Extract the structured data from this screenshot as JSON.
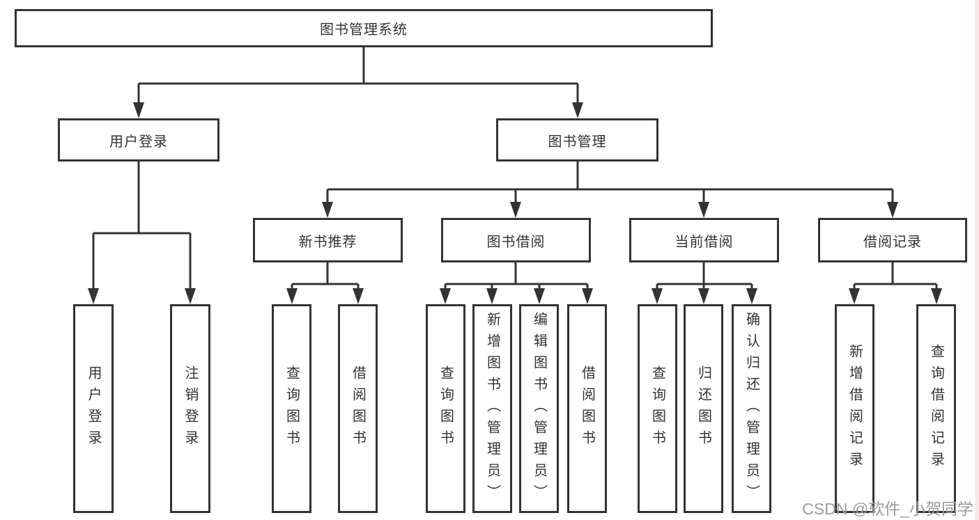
{
  "nodes": {
    "root": "图书管理系统",
    "level2": [
      "用户登录",
      "图书管理"
    ],
    "level3": [
      "新书推荐",
      "图书借阅",
      "当前借阅",
      "借阅记录"
    ],
    "leaves": {
      "user_login": [
        "用户登录",
        "注销登录"
      ],
      "new_book": [
        "查询图书",
        "借阅图书"
      ],
      "book_borrow": [
        "查询图书",
        "新增图书（管理员）",
        "编辑图书（管理员）",
        "借阅图书"
      ],
      "current_borrow": [
        "查询图书",
        "归还图书",
        "确认归还（管理员）"
      ],
      "borrow_record": [
        "新增借阅记录",
        "查询借阅记录"
      ]
    }
  },
  "watermark": "CSDN @软件_小贺同学",
  "colors": {
    "line": "#333333",
    "box-bg": "#ffffff",
    "text": "#333333",
    "watermark": "#9b9b9b",
    "edge-strip": "#fbe9e9"
  }
}
